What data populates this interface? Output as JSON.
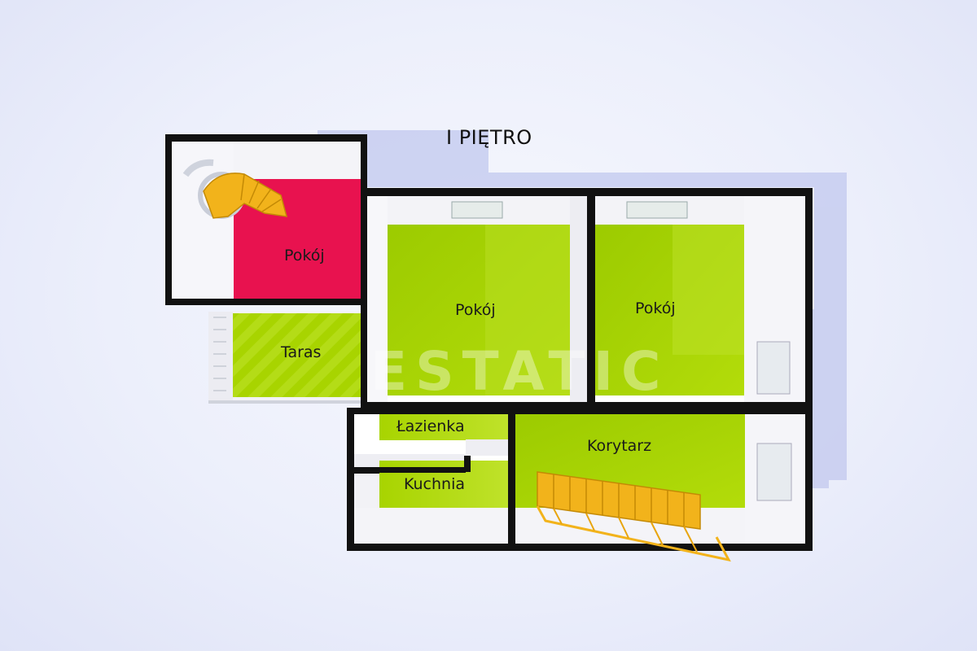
{
  "floor_title": "I PIĘTRO",
  "rooms": {
    "pokoj_red": "Pokój",
    "pokoj_center": "Pokój",
    "pokoj_right": "Pokój",
    "taras": "Taras",
    "lazienka": "Łazienka",
    "kuchnia": "Kuchnia",
    "korytarz": "Korytarz"
  },
  "watermark": "ESTATIC",
  "colors": {
    "room_green": "#a8d400",
    "room_red": "#e8124f",
    "wall": "#111111",
    "stairs": "#f2b31b"
  }
}
